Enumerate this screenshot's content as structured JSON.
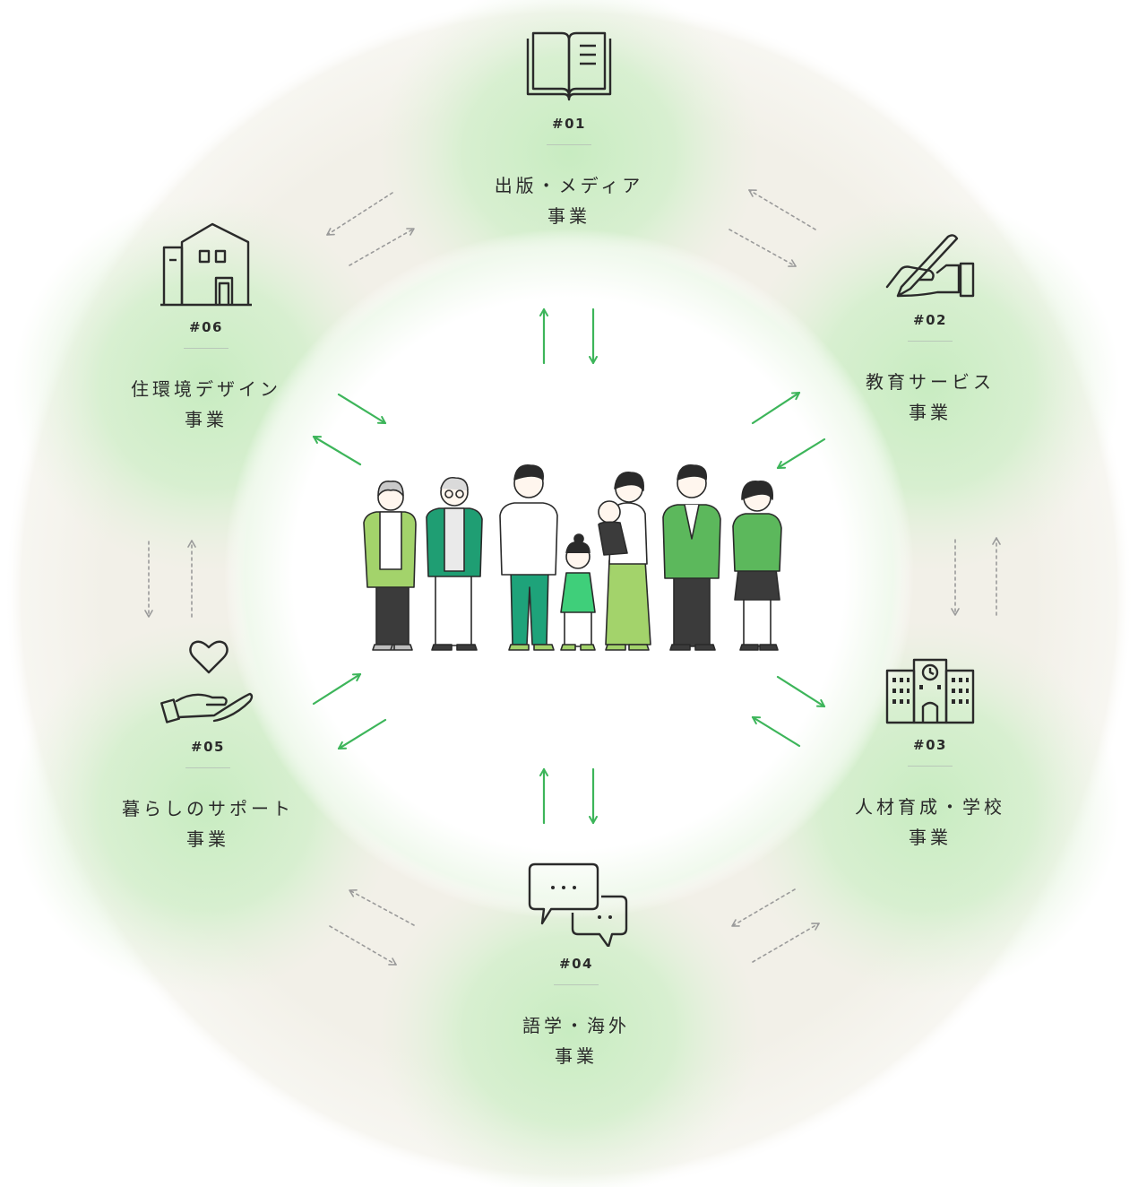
{
  "nodes": [
    {
      "id": "01",
      "number": "#01",
      "line1": "出版・メディア",
      "line2": "事業",
      "icon": "open-book-icon"
    },
    {
      "id": "02",
      "number": "#02",
      "line1": "教育サービス",
      "line2": "事業",
      "icon": "hand-writing-pen-icon"
    },
    {
      "id": "03",
      "number": "#03",
      "line1": "人材育成・学校",
      "line2": "事業",
      "icon": "school-building-icon"
    },
    {
      "id": "04",
      "number": "#04",
      "line1": "語学・海外",
      "line2": "事業",
      "icon": "speech-bubbles-icon"
    },
    {
      "id": "05",
      "number": "#05",
      "line1": "暮らしのサポート",
      "line2": "事業",
      "icon": "heart-hand-icon"
    },
    {
      "id": "06",
      "number": "#06",
      "line1": "住環境デザイン",
      "line2": "事業",
      "icon": "house-icon"
    }
  ],
  "colors": {
    "accent_green": "#3db55a",
    "soft_green": "#cdeec8",
    "beige": "#f3f1ea",
    "gray_arrow": "#9a9a9a",
    "text": "#2a2a2a"
  },
  "center": {
    "illustration": "family-group-illustration"
  }
}
